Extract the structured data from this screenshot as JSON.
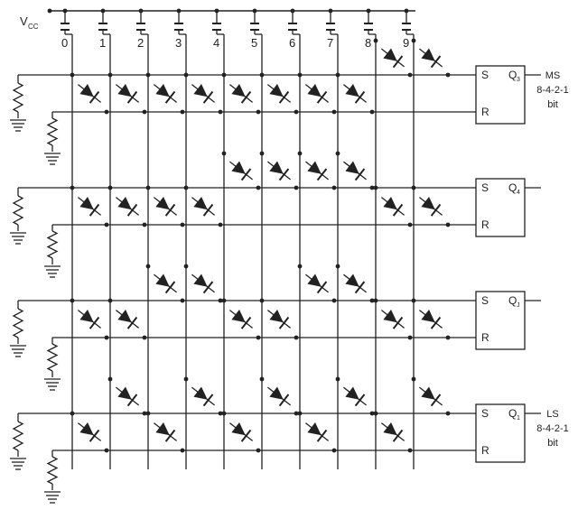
{
  "vcc": {
    "main": "V",
    "sub": "CC"
  },
  "keys": [
    "0",
    "1",
    "2",
    "3",
    "4",
    "5",
    "6",
    "7",
    "8",
    "9"
  ],
  "flipflops": [
    {
      "s": "S",
      "r": "R",
      "q": "Q",
      "qsub": "3",
      "side": [
        "MS",
        "8-4-2-1",
        "bit"
      ]
    },
    {
      "s": "S",
      "r": "R",
      "q": "Q",
      "qsub": "4",
      "side": []
    },
    {
      "s": "S",
      "r": "R",
      "q": "Q",
      "qsub": "J",
      "side": []
    },
    {
      "s": "S",
      "r": "R",
      "q": "Q",
      "qsub": "1",
      "side": [
        "LS",
        "8-4-2-1",
        "bit"
      ]
    }
  ],
  "matrix": {
    "blocks": [
      {
        "sBits": [
          0,
          0,
          0,
          0,
          0,
          0,
          0,
          0,
          1,
          1
        ],
        "rBits": [
          1,
          1,
          1,
          1,
          1,
          1,
          1,
          1,
          0,
          0
        ]
      },
      {
        "sBits": [
          0,
          0,
          0,
          0,
          1,
          1,
          1,
          1,
          0,
          0
        ],
        "rBits": [
          1,
          1,
          1,
          1,
          0,
          0,
          0,
          0,
          1,
          1
        ]
      },
      {
        "sBits": [
          0,
          0,
          1,
          1,
          0,
          0,
          1,
          1,
          0,
          0
        ],
        "rBits": [
          1,
          1,
          0,
          0,
          1,
          1,
          0,
          0,
          1,
          1
        ]
      },
      {
        "sBits": [
          0,
          1,
          0,
          1,
          0,
          1,
          0,
          1,
          0,
          1
        ],
        "rBits": [
          1,
          0,
          1,
          0,
          1,
          0,
          1,
          0,
          1,
          0
        ]
      }
    ]
  },
  "colors": {
    "line": "#222222",
    "background": "#ffffff"
  }
}
